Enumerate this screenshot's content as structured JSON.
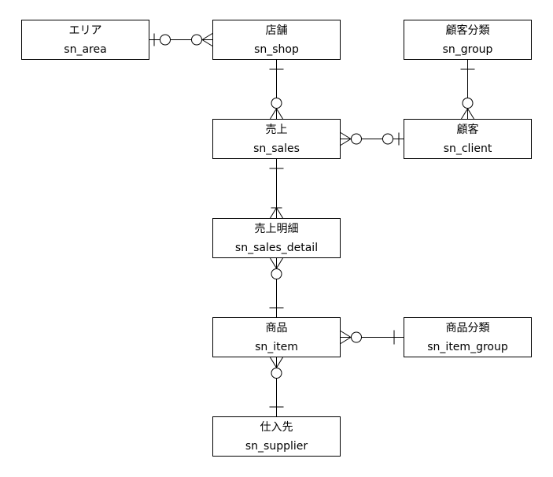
{
  "entities": [
    {
      "id": "area",
      "jp": "エリア",
      "name": "sn_area"
    },
    {
      "id": "shop",
      "jp": "店舗",
      "name": "sn_shop"
    },
    {
      "id": "group",
      "jp": "顧客分類",
      "name": "sn_group"
    },
    {
      "id": "sales",
      "jp": "売上",
      "name": "sn_sales"
    },
    {
      "id": "client",
      "jp": "顧客",
      "name": "sn_client"
    },
    {
      "id": "sales_detail",
      "jp": "売上明細",
      "name": "sn_sales_detail"
    },
    {
      "id": "item",
      "jp": "商品",
      "name": "sn_item"
    },
    {
      "id": "item_group",
      "jp": "商品分類",
      "name": "sn_item_group"
    },
    {
      "id": "supplier",
      "jp": "仕入先",
      "name": "sn_supplier"
    }
  ],
  "relations": [
    {
      "from": "area",
      "to": "shop",
      "from_end": "zero-or-one",
      "to_end": "zero-or-many"
    },
    {
      "from": "shop",
      "to": "sales",
      "from_end": "exactly-one",
      "to_end": "zero-or-many"
    },
    {
      "from": "group",
      "to": "client",
      "from_end": "exactly-one",
      "to_end": "zero-or-many"
    },
    {
      "from": "sales",
      "to": "client",
      "from_end": "zero-or-many",
      "to_end": "zero-or-one"
    },
    {
      "from": "sales",
      "to": "sales_detail",
      "from_end": "exactly-one",
      "to_end": "one-or-many"
    },
    {
      "from": "sales_detail",
      "to": "item",
      "from_end": "zero-or-many",
      "to_end": "exactly-one"
    },
    {
      "from": "item",
      "to": "item_group",
      "from_end": "zero-or-many",
      "to_end": "exactly-one"
    },
    {
      "from": "item",
      "to": "supplier",
      "from_end": "zero-or-many",
      "to_end": "exactly-one"
    }
  ]
}
